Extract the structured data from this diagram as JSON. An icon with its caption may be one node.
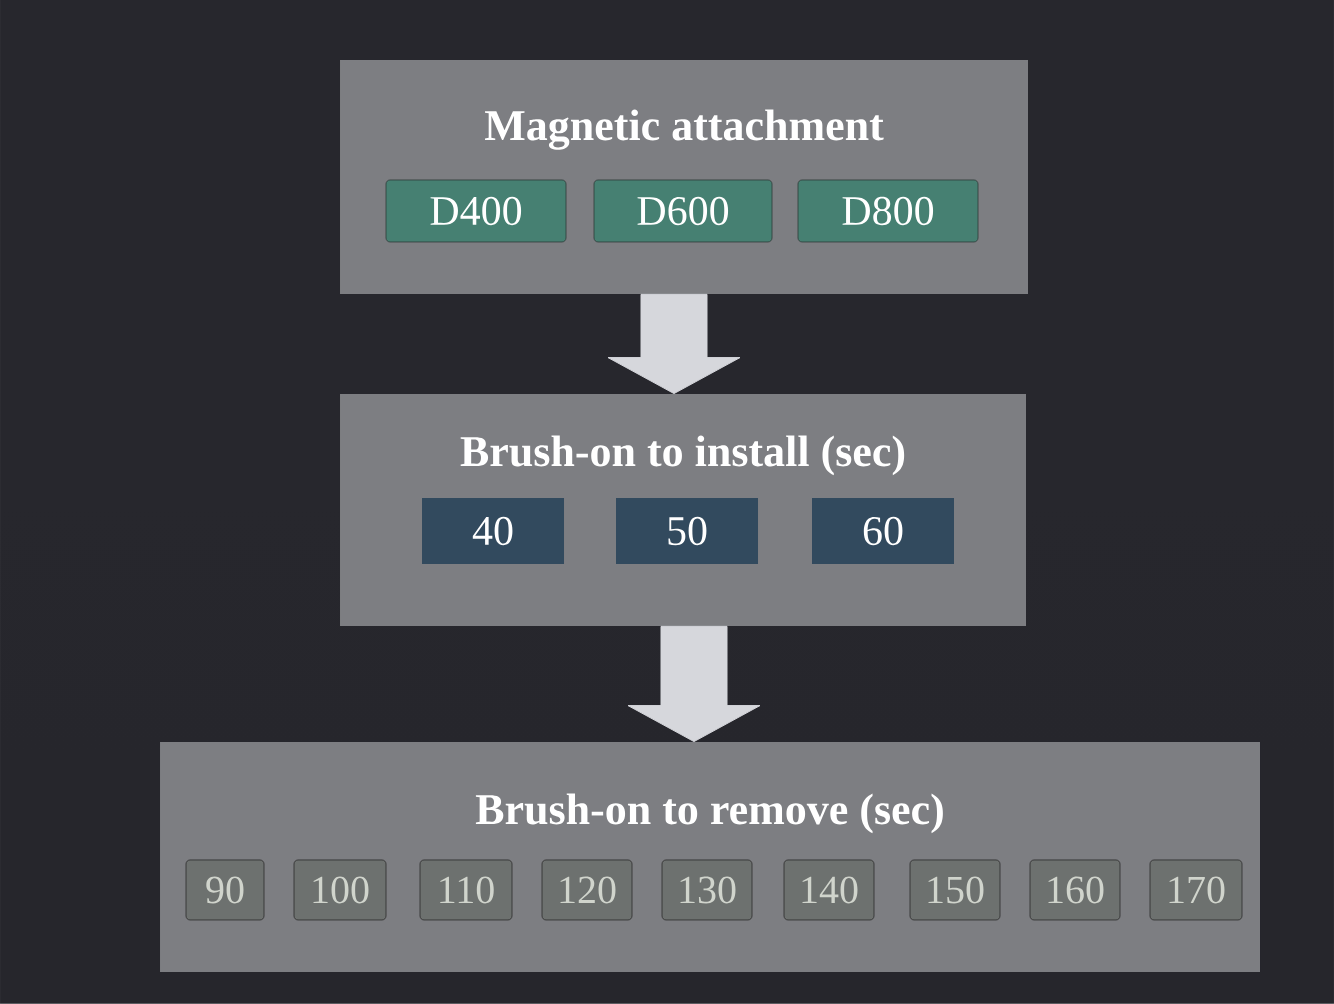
{
  "diagram": {
    "nodes": [
      {
        "text": [
          "Magnetic attachment"
        ]
      },
      {
        "text": [
          "D400"
        ],
        "in": 0
      },
      {
        "text": [
          "D600"
        ],
        "in": 0
      },
      {
        "text": [
          "D800"
        ],
        "in": 0
      },
      {
        "text": [
          "Brush-on to install (sec)"
        ]
      },
      {
        "text": [
          "40"
        ],
        "in": 4
      },
      {
        "text": [
          "50"
        ],
        "in": 4
      },
      {
        "text": [
          "60"
        ],
        "in": 4
      },
      {
        "text": [
          "Brush-on to remove (sec)"
        ]
      },
      {
        "text": [
          "90"
        ],
        "in": 8
      },
      {
        "text": [
          "100"
        ],
        "in": 8
      },
      {
        "text": [
          "110"
        ],
        "in": 8
      },
      {
        "text": [
          "120"
        ],
        "in": 8
      },
      {
        "text": [
          "130"
        ],
        "in": 8
      },
      {
        "text": [
          "140"
        ],
        "in": 8
      },
      {
        "text": [
          "150"
        ],
        "in": 8
      },
      {
        "text": [
          "160"
        ],
        "in": 8
      },
      {
        "text": [
          "170"
        ],
        "in": 8
      }
    ],
    "edges": [
      {
        "from": 0,
        "to": 4,
        "arrow": "to"
      },
      {
        "from": 4,
        "to": 8,
        "arrow": "to"
      }
    ]
  }
}
